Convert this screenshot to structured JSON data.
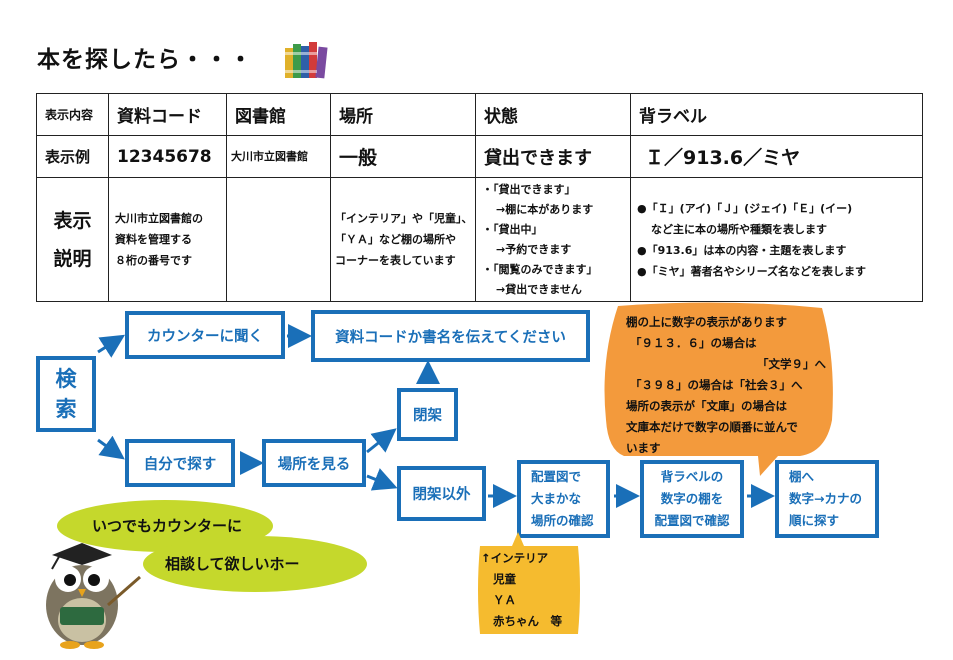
{
  "title": "本を探したら・・・",
  "table": {
    "headers": [
      "表示内容",
      "資料コード",
      "図書館",
      "場所",
      "状態",
      "背ラベル"
    ],
    "example": [
      "表示例",
      "12345678",
      "大川市立図書館",
      "一般",
      "貸出できます",
      "Ｉ／913.6／ミヤ"
    ],
    "desc_label": [
      "表示",
      "説明"
    ],
    "desc_code": [
      "大川市立図書館の",
      "資料を管理する",
      "８桁の番号です"
    ],
    "desc_place": [
      "「インテリア」や「児童」、",
      "「ＹＡ」など棚の場所や",
      "コーナーを表しています"
    ],
    "desc_status": [
      "・「貸出できます」",
      "→棚に本があります",
      "・「貸出中」",
      "→予約できます",
      "・「閲覧のみできます」",
      "→貸出できません"
    ],
    "desc_label_spine": [
      "●「Ｉ」(アイ)「Ｊ」(ジェイ)「Ｅ」(イー)",
      "など主に本の場所や種類を表します",
      "●「913.6」は本の内容・主題を表します",
      "●「ミヤ」著者名やシリーズ名などを表します"
    ]
  },
  "flow": {
    "search": [
      "検",
      "索"
    ],
    "ask_counter": "カウンターに聞く",
    "tell_code": "資料コードか書名を伝えてください",
    "find_self": "自分で探す",
    "see_place": "場所を見る",
    "closed": "閉架",
    "not_closed": "閉架以外",
    "map_check": [
      "配置図で",
      "大まかな",
      "場所の確認"
    ],
    "spine_check": [
      "背ラベルの",
      "数字の棚を",
      "配置図で確認"
    ],
    "shelf_search": [
      "棚へ",
      "数字→カナの",
      "順に探す"
    ]
  },
  "bubble": [
    "棚の上に数字の表示があります",
    "「９１３．６」の場合は",
    "「文学９」へ",
    "「３９８」の場合は「社会３」へ",
    "場所の表示が「文庫」の場合は",
    "文庫本だけで数字の順番に並んで",
    "います"
  ],
  "note": [
    "↑インテリア",
    "児童",
    "ＹＡ",
    "赤ちゃん　等"
  ],
  "owl_message": [
    "いつでもカウンターに",
    "相談して欲しいホー"
  ],
  "colors": {
    "accent": "#1a6fb8",
    "bubble": "#f39a3c",
    "note": "#f5bb2f",
    "green": "#c5d82c"
  }
}
